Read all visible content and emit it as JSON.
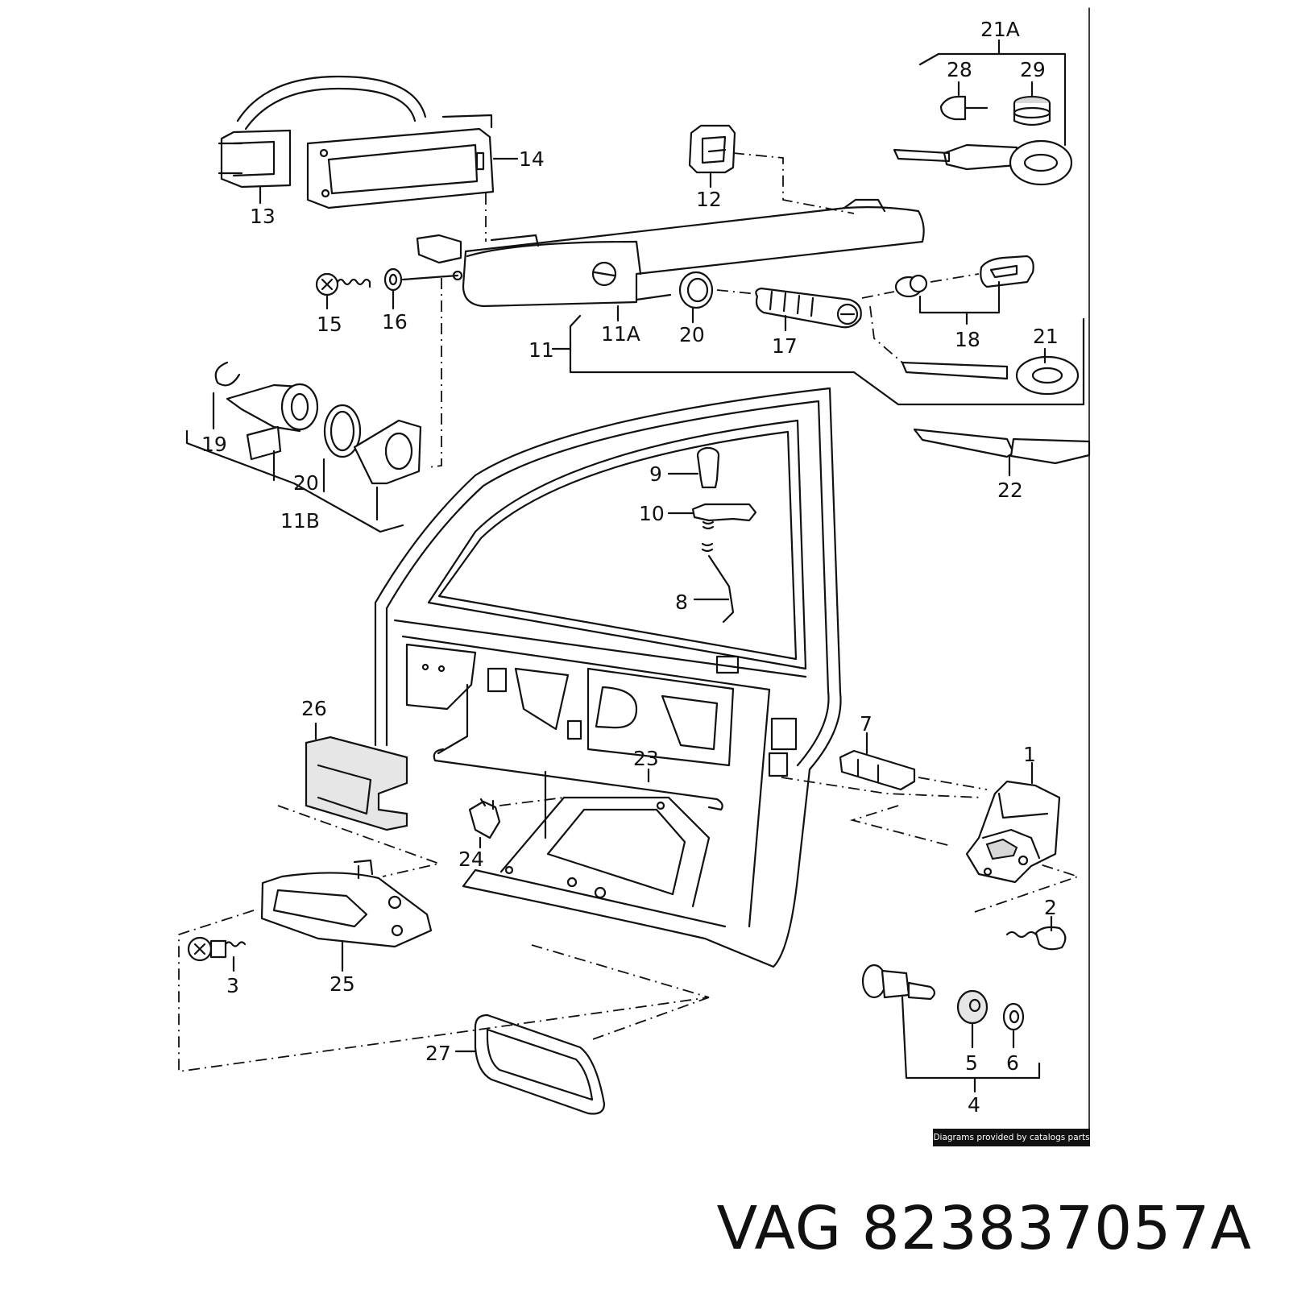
{
  "credit": "Diagrams provided by catalogs parts",
  "part_number": "VAG 823837057A",
  "callouts": [
    "1",
    "2",
    "3",
    "4",
    "5",
    "6",
    "7",
    "8",
    "9",
    "10",
    "11",
    "11A",
    "11B",
    "12",
    "13",
    "14",
    "15",
    "16",
    "17",
    "18",
    "19",
    "20",
    "20",
    "21",
    "21A",
    "22",
    "23",
    "24",
    "25",
    "26",
    "27",
    "28",
    "29"
  ]
}
